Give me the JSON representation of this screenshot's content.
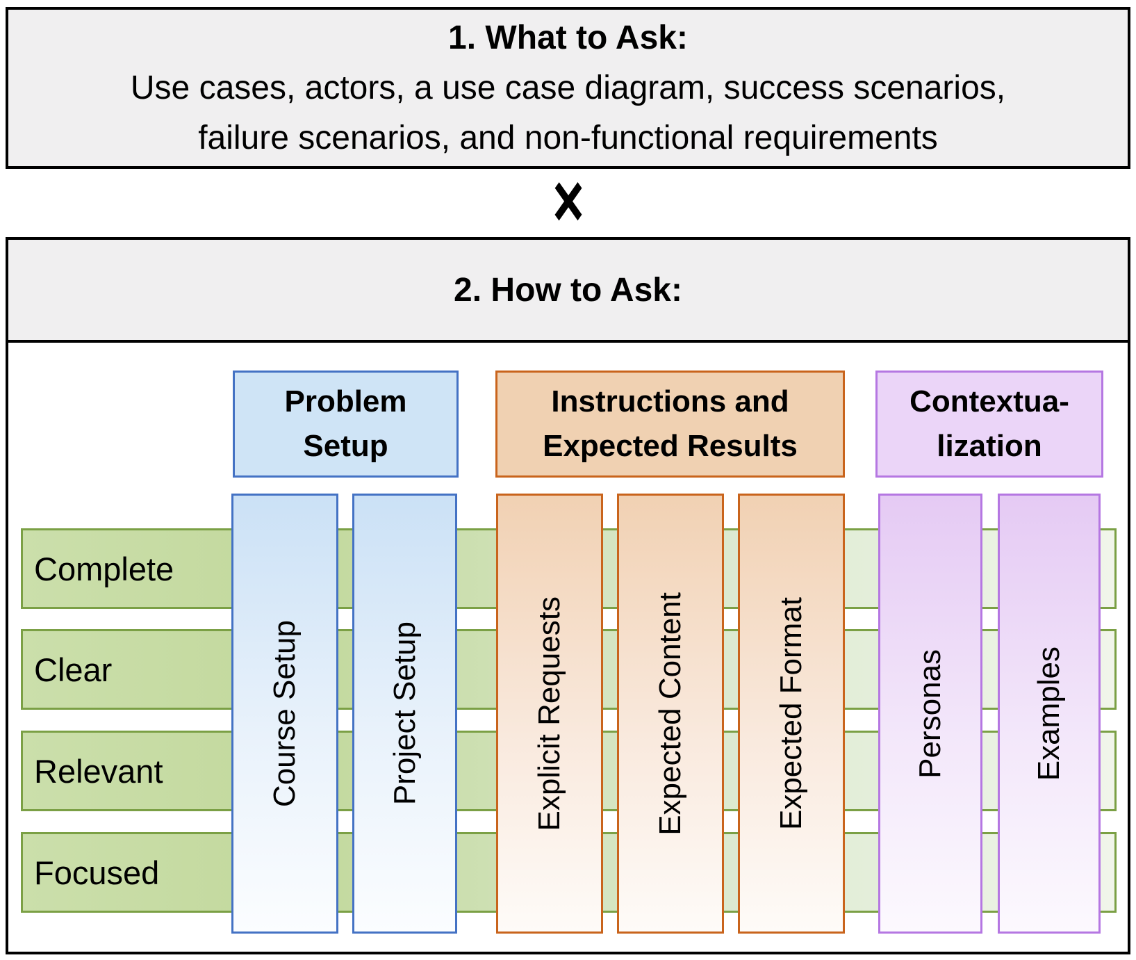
{
  "what_to_ask": {
    "title": "1. What to Ask:",
    "line1": "Use cases, actors, a use case diagram, success scenarios,",
    "line2": "failure scenarios, and non-functional requirements"
  },
  "times_symbol": "×",
  "how_to_ask": {
    "title": "2. How to Ask:",
    "groups": [
      {
        "label": "Problem Setup",
        "line1": "Problem",
        "line2": "Setup",
        "columns": [
          "Course Setup",
          "Project Setup"
        ]
      },
      {
        "label": "Instructions and Expected Results",
        "line1": "Instructions and",
        "line2": "Expected Results",
        "columns": [
          "Explicit Requests",
          "Expected Content",
          "Expected Format"
        ]
      },
      {
        "label": "Contextualization",
        "line1": "Contextua-",
        "line2": "lization",
        "columns": [
          "Personas",
          "Examples"
        ]
      }
    ],
    "rows": [
      "Complete",
      "Clear",
      "Relevant",
      "Focused"
    ]
  },
  "colors": {
    "panel_bg": "#f0eff0",
    "outer_border": "#000000",
    "green_row_border": "#7ba045",
    "green_row_fill_left": "#c2d89c",
    "green_row_fill_right": "#f1f5ea",
    "blue_border": "#4472c4",
    "blue_header_fill": "#cfe4f6",
    "orange_border": "#c9641c",
    "orange_header_fill": "#f0d1b2",
    "purple_border": "#b577e2",
    "purple_header_fill": "#ebd5f8",
    "text": "#000000"
  }
}
